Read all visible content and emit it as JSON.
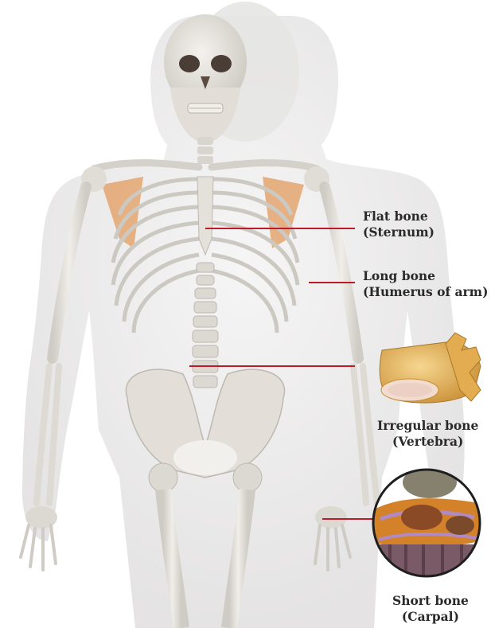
{
  "figure": {
    "labels": {
      "flat": {
        "line1": "Flat bone",
        "line2": "(Sternum)"
      },
      "long": {
        "line1": "Long bone",
        "line2": "(Humerus of arm)"
      },
      "irregular": {
        "line1": "Irregular bone",
        "line2": "(Vertebra)"
      },
      "short": {
        "line1": "Short bone",
        "line2": "(Carpal)"
      }
    },
    "colors": {
      "leader_line": "#c0192a",
      "bone": "#e6e3de",
      "bone_shadow": "#b9b5ae",
      "skin": "#ecebeb",
      "scapula": "#e3a46e",
      "vertebra": "#e8b960",
      "carpal_orange": "#d4822a",
      "carpal_brown": "#7a4a2b",
      "carpal_purple": "#b08ac0"
    }
  }
}
